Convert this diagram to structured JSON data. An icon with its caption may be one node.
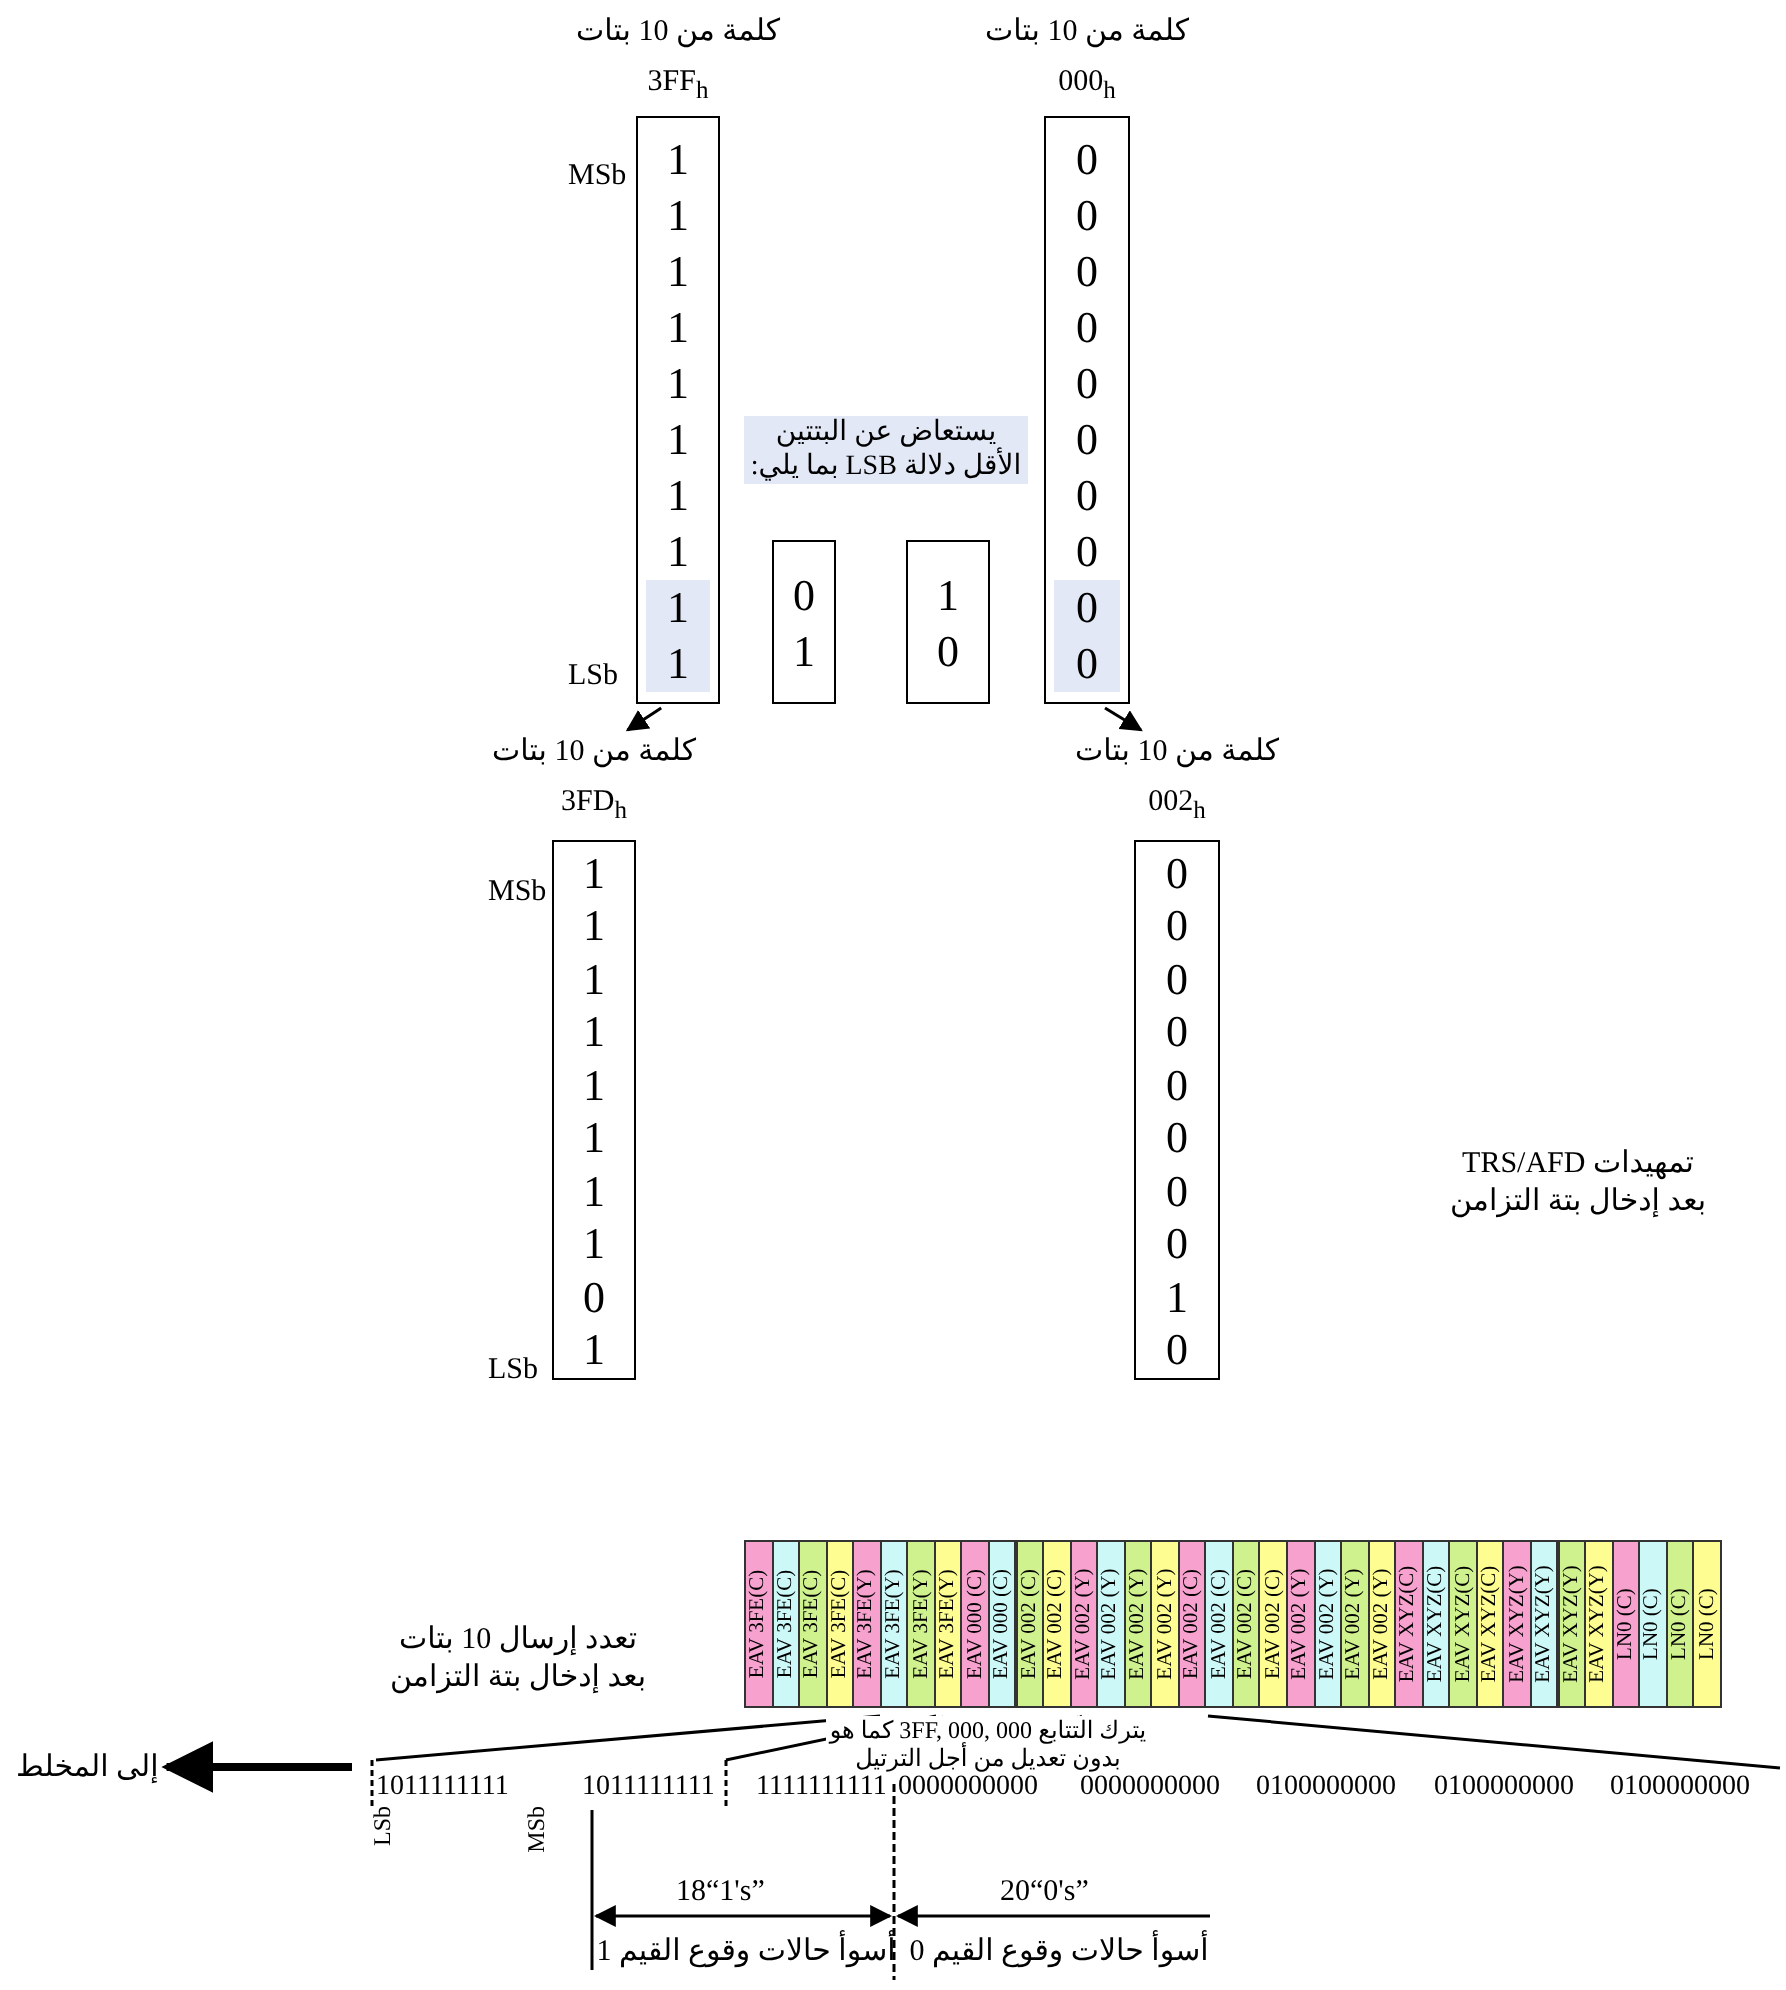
{
  "diagram": {
    "nodes": [
      {
        "text": [
          "كلمة من 10 بتات",
          "3FF$_{h}$",
          "1 1 1 1 1 1 1 1 1 1"
        ]
      },
      {
        "text": [
          "كلمة من 10 بتات",
          "000$_{h}$",
          "0 0 0 0 0 0 0 0 0 0"
        ]
      },
      {
        "text": [
          "0 1"
        ]
      },
      {
        "text": [
          "1 0"
        ]
      },
      {
        "text": [
          "كلمة من 10 بتات",
          "3FD$_{h}$",
          "1 1 1 1 1 1 1 1 0 1"
        ]
      },
      {
        "text": [
          "كلمة من 10 بتات",
          "002$_{h}$",
          "0 0 0 0 0 0 0 0 1 0"
        ]
      },
      {
        "text": [
          "EAV 3FE(C)"
        ]
      },
      {
        "text": [
          "EAV 3FE(C)"
        ]
      },
      {
        "text": [
          "EAV 3FE(C)"
        ]
      },
      {
        "text": [
          "EAV 3FE(C)"
        ]
      },
      {
        "text": [
          "EAV 3FE(Y)"
        ]
      },
      {
        "text": [
          "EAV 3FE(Y)"
        ]
      },
      {
        "text": [
          "EAV 3FE(Y)"
        ]
      },
      {
        "text": [
          "EAV 3FE(Y)"
        ]
      },
      {
        "text": [
          "EAV 000 (C)"
        ]
      },
      {
        "text": [
          "EAV 000 (C)"
        ]
      },
      {
        "text": [
          "EAV 002 (C)"
        ]
      },
      {
        "text": [
          "EAV 002 (C)"
        ]
      },
      {
        "text": [
          "EAV 002 (Y)"
        ]
      },
      {
        "text": [
          "EAV 002 (Y)"
        ]
      },
      {
        "text": [
          "EAV 002 (Y)"
        ]
      },
      {
        "text": [
          "EAV 002 (Y)"
        ]
      },
      {
        "text": [
          "EAV 002 (C)"
        ]
      },
      {
        "text": [
          "EAV 002 (C)"
        ]
      },
      {
        "text": [
          "EAV 002 (C)"
        ]
      },
      {
        "text": [
          "EAV 002 (C)"
        ]
      },
      {
        "text": [
          "EAV 002 (Y)"
        ]
      },
      {
        "text": [
          "EAV 002 (Y)"
        ]
      },
      {
        "text": [
          "EAV 002 (Y)"
        ]
      },
      {
        "text": [
          "EAV 002 (Y)"
        ]
      },
      {
        "text": [
          "EAV XYZ(C)"
        ]
      },
      {
        "text": [
          "EAV XYZ(C)"
        ]
      },
      {
        "text": [
          "EAV XYZ(C)"
        ]
      },
      {
        "text": [
          "EAV XYZ(C)"
        ]
      },
      {
        "text": [
          "EAV XYZ(Y)"
        ]
      },
      {
        "text": [
          "EAV XYZ(Y)"
        ]
      },
      {
        "text": [
          "EAV XYZ(Y)"
        ]
      },
      {
        "text": [
          "EAV XYZ(Y)"
        ]
      },
      {
        "text": [
          "LN0 (C)"
        ]
      },
      {
        "text": [
          "LN0 (C)"
        ]
      },
      {
        "text": [
          "LN0 (C)"
        ]
      },
      {
        "text": [
          "LN0 (C)"
        ]
      },
      {
        "text": [
          "إلى المخلط"
        ]
      }
    ],
    "edges": [
      {
        "from": 0,
        "to": 4,
        "arrow": "to"
      },
      {
        "from": 1,
        "to": 5,
        "arrow": "to"
      },
      {
        "from": null,
        "to": 42,
        "arrow": "to",
        "style": "thick"
      }
    ],
    "labels": [
      "MSb",
      "LSb",
      "يستعاض عن البتتين الأقل دلالة LSB بما يلي:",
      "MSb",
      "LSb",
      "تمهيدات TRS/AFD بعد إدخال بتة التزامن",
      "تعدد إرسال 10 بتات بعد إدخال بتة التزامن",
      "يترك التتابع 3FF, 000, 000 كما هو بدون تعديل من أجل الترتيل",
      "1011111111",
      "1011111111",
      "1111111111",
      "0000000000",
      "0000000000",
      "0100000000",
      "0100000000",
      "0100000000",
      "LSb",
      "MSb",
      "18“1's”",
      "20“0's”",
      "أسوأ حالات وقوع القيم 1",
      "أسوأ حالات وقوع القيم 0"
    ]
  }
}
